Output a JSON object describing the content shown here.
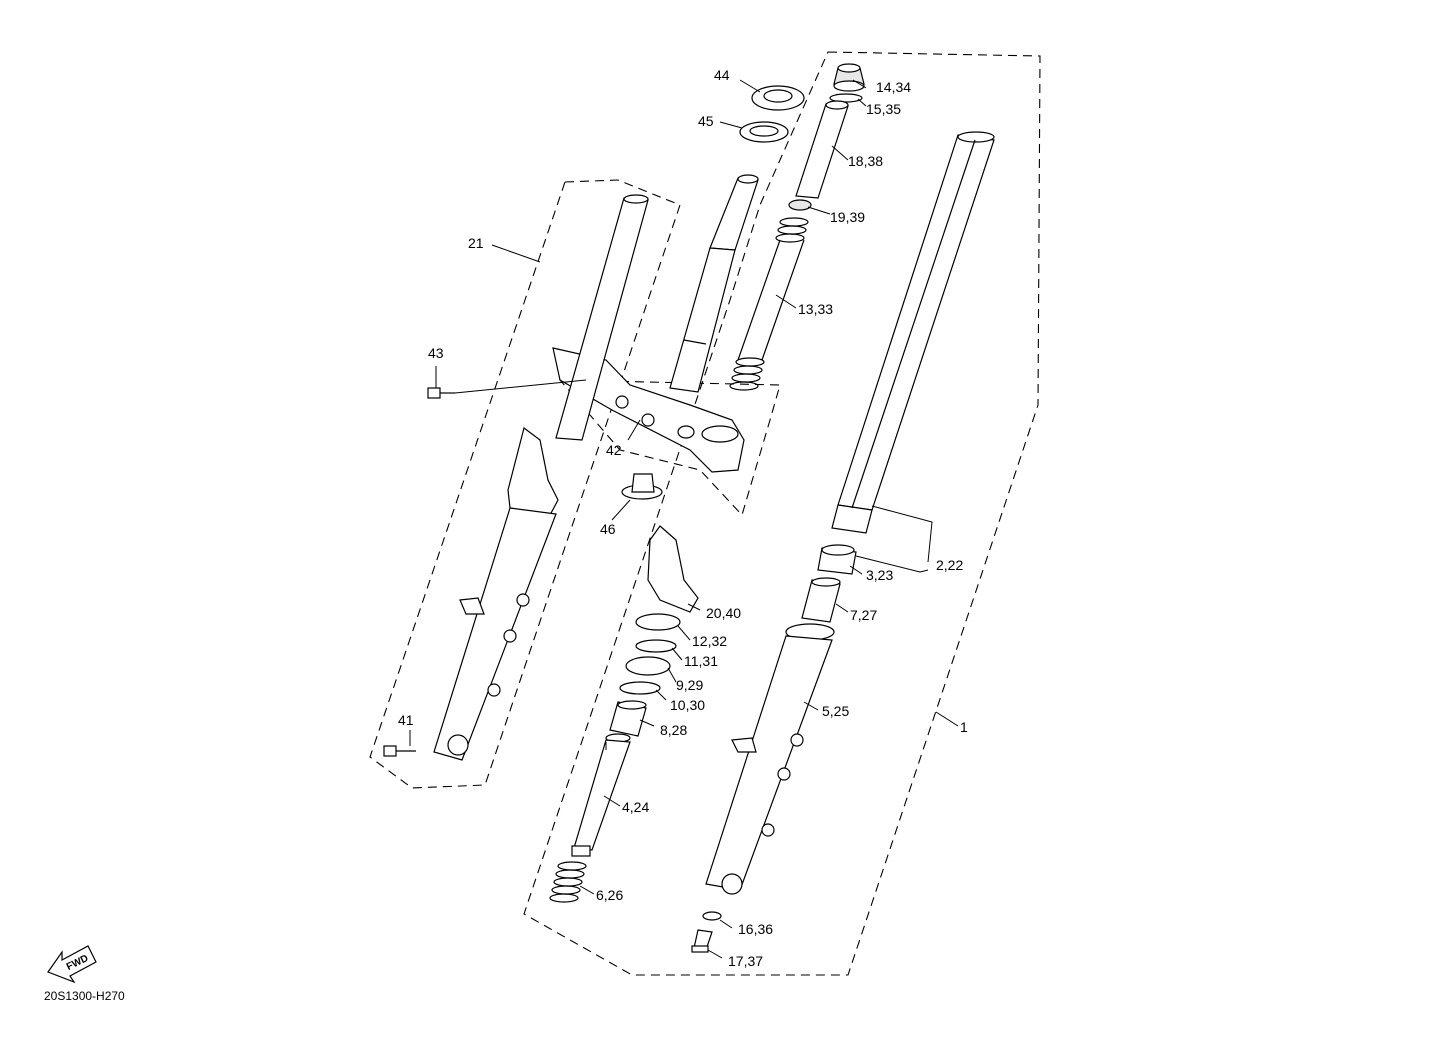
{
  "diagram_code": "20S1300-H270",
  "fwd_badge": "FWD",
  "callouts": [
    {
      "id": "c1",
      "label": "1"
    },
    {
      "id": "c2",
      "label": "2,22"
    },
    {
      "id": "c3",
      "label": "3,23"
    },
    {
      "id": "c4",
      "label": "4,24"
    },
    {
      "id": "c5",
      "label": "5,25"
    },
    {
      "id": "c6",
      "label": "6,26"
    },
    {
      "id": "c7",
      "label": "7,27"
    },
    {
      "id": "c8",
      "label": "8,28"
    },
    {
      "id": "c9",
      "label": "9,29"
    },
    {
      "id": "c10",
      "label": "10,30"
    },
    {
      "id": "c11",
      "label": "11,31"
    },
    {
      "id": "c12",
      "label": "12,32"
    },
    {
      "id": "c13",
      "label": "13,33"
    },
    {
      "id": "c14",
      "label": "14,34"
    },
    {
      "id": "c15",
      "label": "15,35"
    },
    {
      "id": "c16",
      "label": "16,36"
    },
    {
      "id": "c17",
      "label": "17,37"
    },
    {
      "id": "c18",
      "label": "18,38"
    },
    {
      "id": "c19",
      "label": "19,39"
    },
    {
      "id": "c20",
      "label": "20,40"
    },
    {
      "id": "c21",
      "label": "21"
    },
    {
      "id": "c41",
      "label": "41"
    },
    {
      "id": "c42",
      "label": "42"
    },
    {
      "id": "c43",
      "label": "43"
    },
    {
      "id": "c44",
      "label": "44"
    },
    {
      "id": "c45",
      "label": "45"
    },
    {
      "id": "c46",
      "label": "46"
    }
  ]
}
